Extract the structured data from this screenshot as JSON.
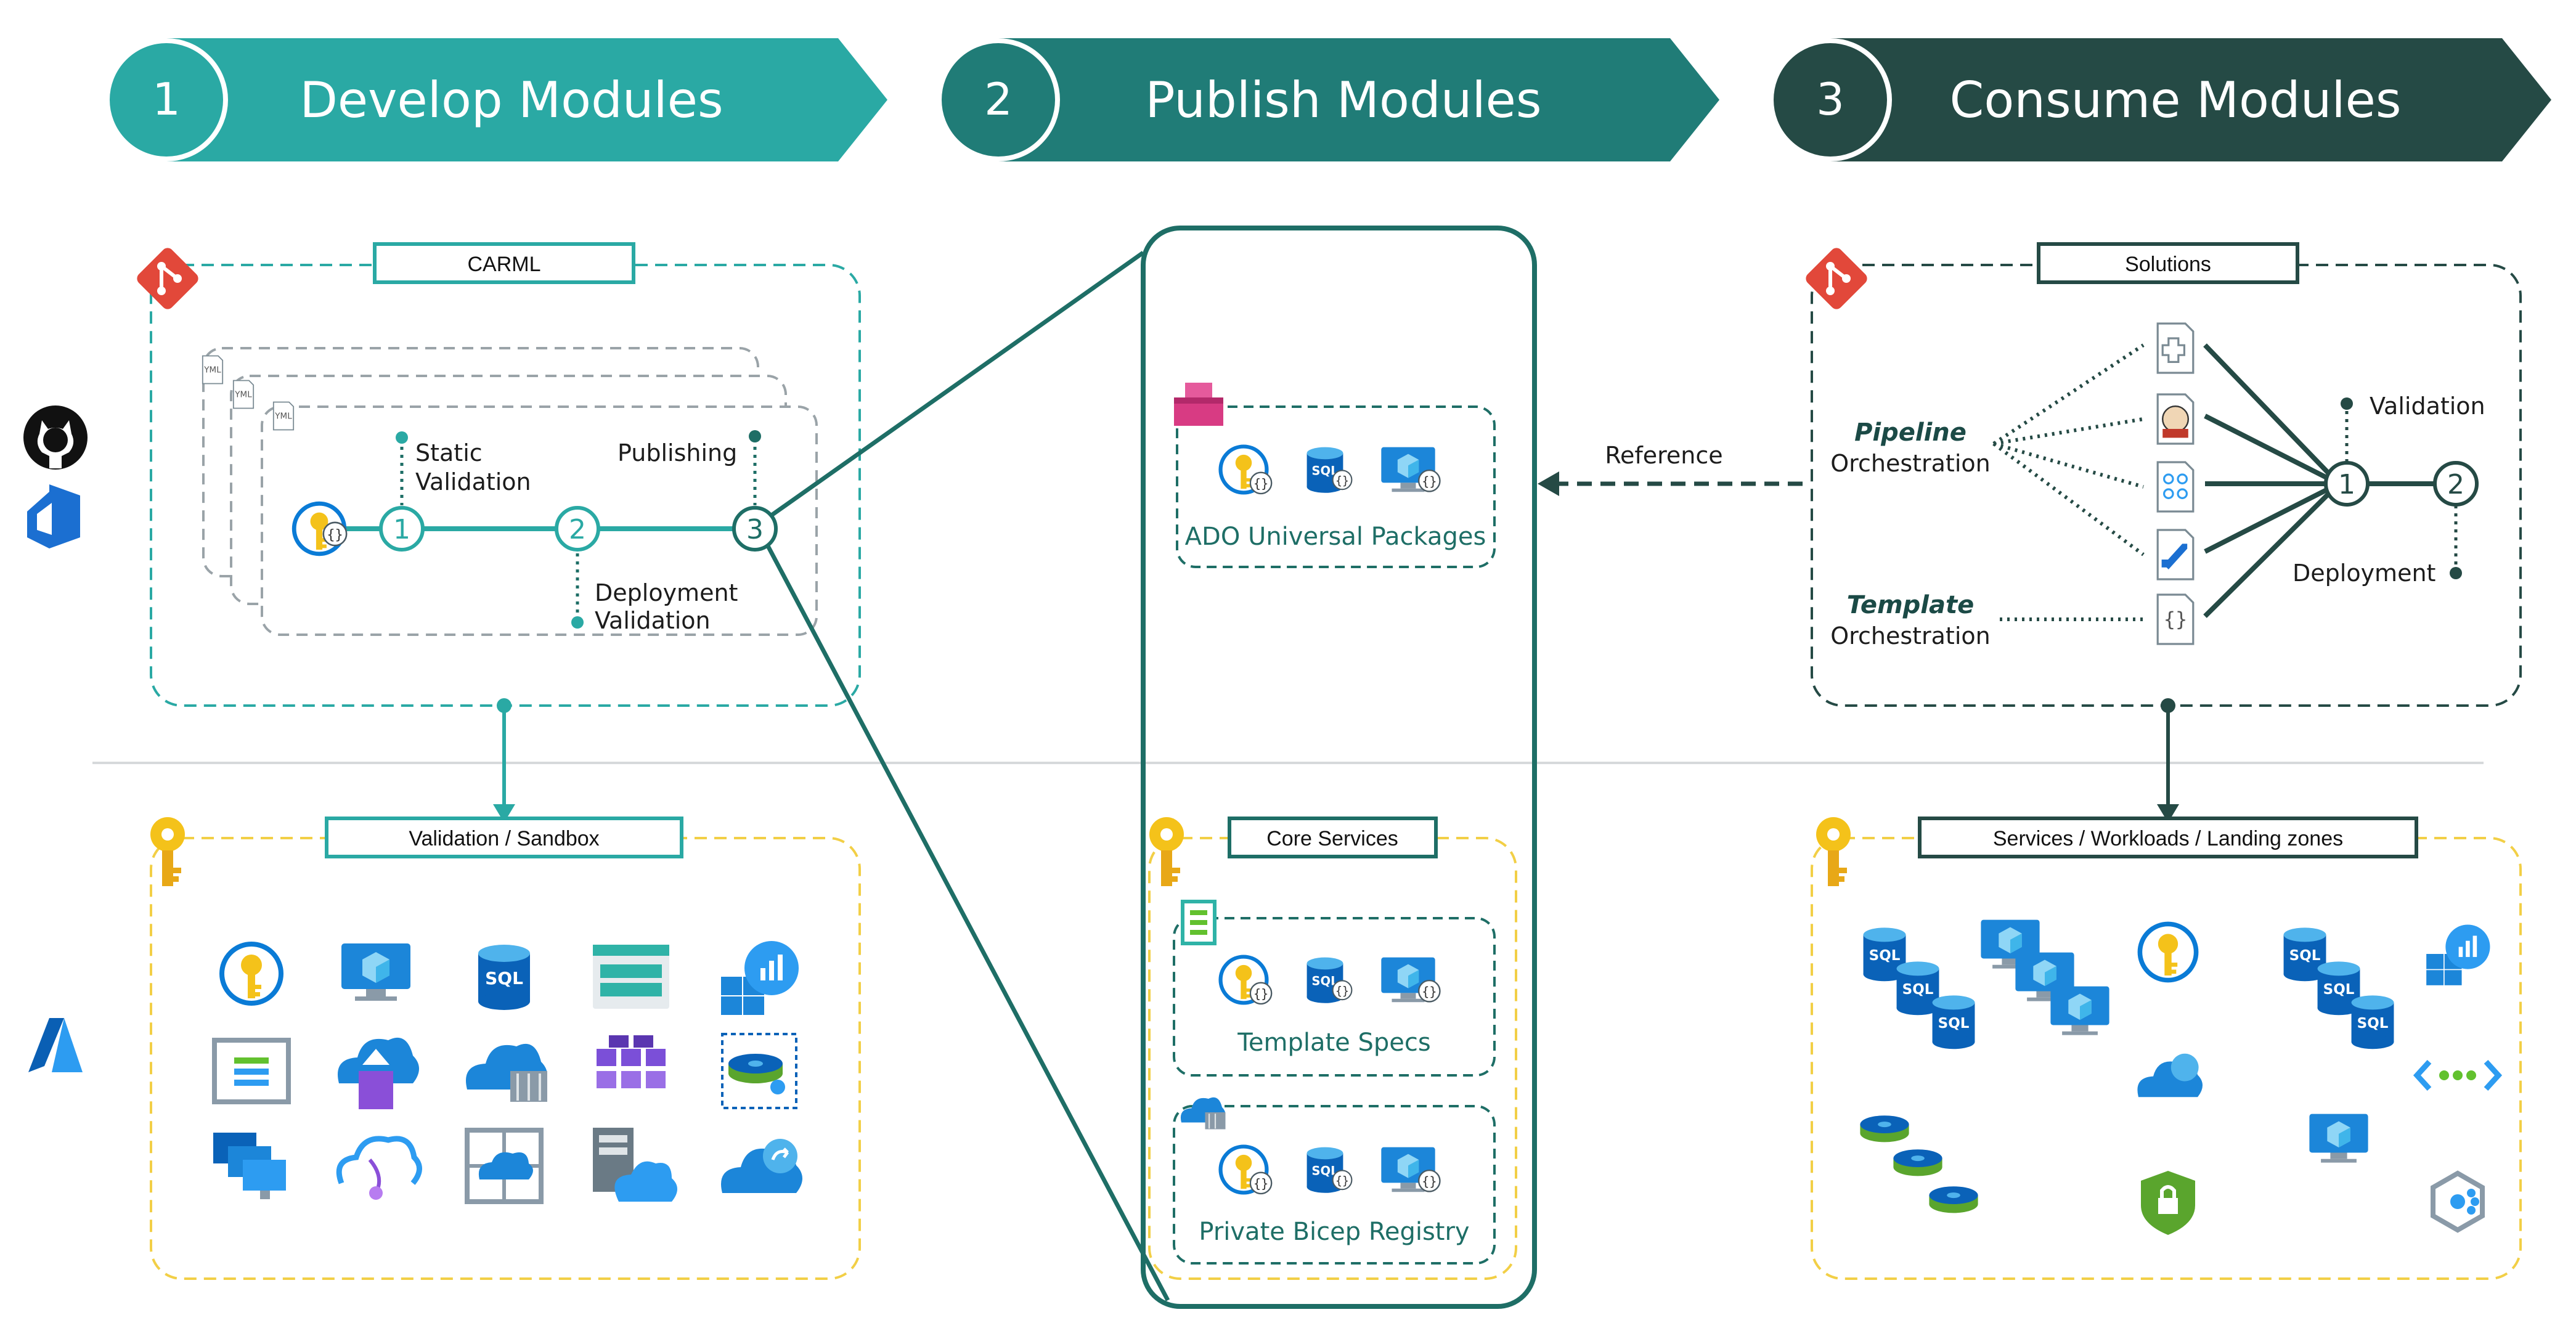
{
  "steps": [
    {
      "number": "1",
      "label": "Develop Modules",
      "color": "#2aa9a4"
    },
    {
      "number": "2",
      "label": "Publish Modules",
      "color": "#207c77"
    },
    {
      "number": "3",
      "label": "Consume Modules",
      "color": "#254a45"
    }
  ],
  "develop": {
    "repo_title": "CARML",
    "file_tag": "YML",
    "pipeline_nodes": [
      "1",
      "2",
      "3"
    ],
    "static_validation": [
      "Static",
      "Validation"
    ],
    "publishing": "Publishing",
    "deployment_validation": [
      "Deployment",
      "Validation"
    ],
    "sandbox_title": "Validation / Sandbox"
  },
  "publish": {
    "reference_label": "Reference",
    "ado_label": "ADO Universal Packages",
    "core_title": "Core Services",
    "template_specs_label": "Template Specs",
    "bicep_registry_label": "Private Bicep Registry",
    "sql_tag": "SQL"
  },
  "consume": {
    "repo_title": "Solutions",
    "pipeline_orchestration": [
      "Pipeline",
      "Orchestration"
    ],
    "template_orchestration": [
      "Template",
      "Orchestration"
    ],
    "validation": "Validation",
    "deployment": "Deployment",
    "nodes": [
      "1",
      "2"
    ],
    "services_title": "Services / Workloads / Landing zones"
  },
  "colors": {
    "teal_light": "#2aa9a4",
    "teal_mid": "#207c77",
    "teal_dark": "#254a45",
    "git_red": "#e2483a",
    "key_gold": "#f4c21a",
    "azure_blue": "#0a7bd6"
  },
  "icons": [
    "git-icon",
    "github-icon",
    "azure-devops-icon",
    "azure-icon",
    "key-vault-icon",
    "sql-database-icon",
    "virtual-machine-icon",
    "storage-account-icon",
    "analytics-icon",
    "artifacts-icon",
    "jenkins-icon",
    "bicep-template-icon"
  ]
}
